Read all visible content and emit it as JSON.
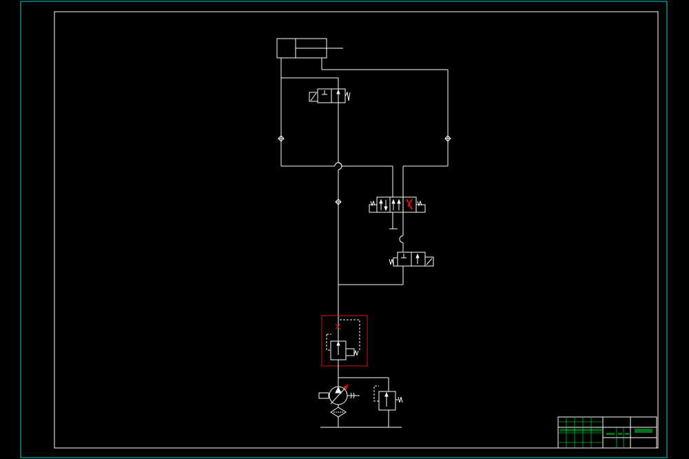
{
  "drawing": {
    "type": "hydraulic-circuit-schematic",
    "background_color": "#000000",
    "border_color": "#00d8d8",
    "line_color": "#ffffff",
    "highlight_color": "#e01010",
    "title_block_color": "#00ff44"
  },
  "title_block": {
    "cells": [
      "",
      "",
      "",
      "",
      "",
      "",
      "",
      ""
    ]
  },
  "components": [
    {
      "name": "hydraulic-cylinder"
    },
    {
      "name": "two-position-solenoid-valve-upper"
    },
    {
      "name": "check-valve-left"
    },
    {
      "name": "check-valve-right"
    },
    {
      "name": "check-valve-center"
    },
    {
      "name": "three-position-directional-valve"
    },
    {
      "name": "two-position-solenoid-valve-lower"
    },
    {
      "name": "pressure-control-valve-highlighted"
    },
    {
      "name": "variable-displacement-pump"
    },
    {
      "name": "filter"
    },
    {
      "name": "relief-valve"
    }
  ]
}
